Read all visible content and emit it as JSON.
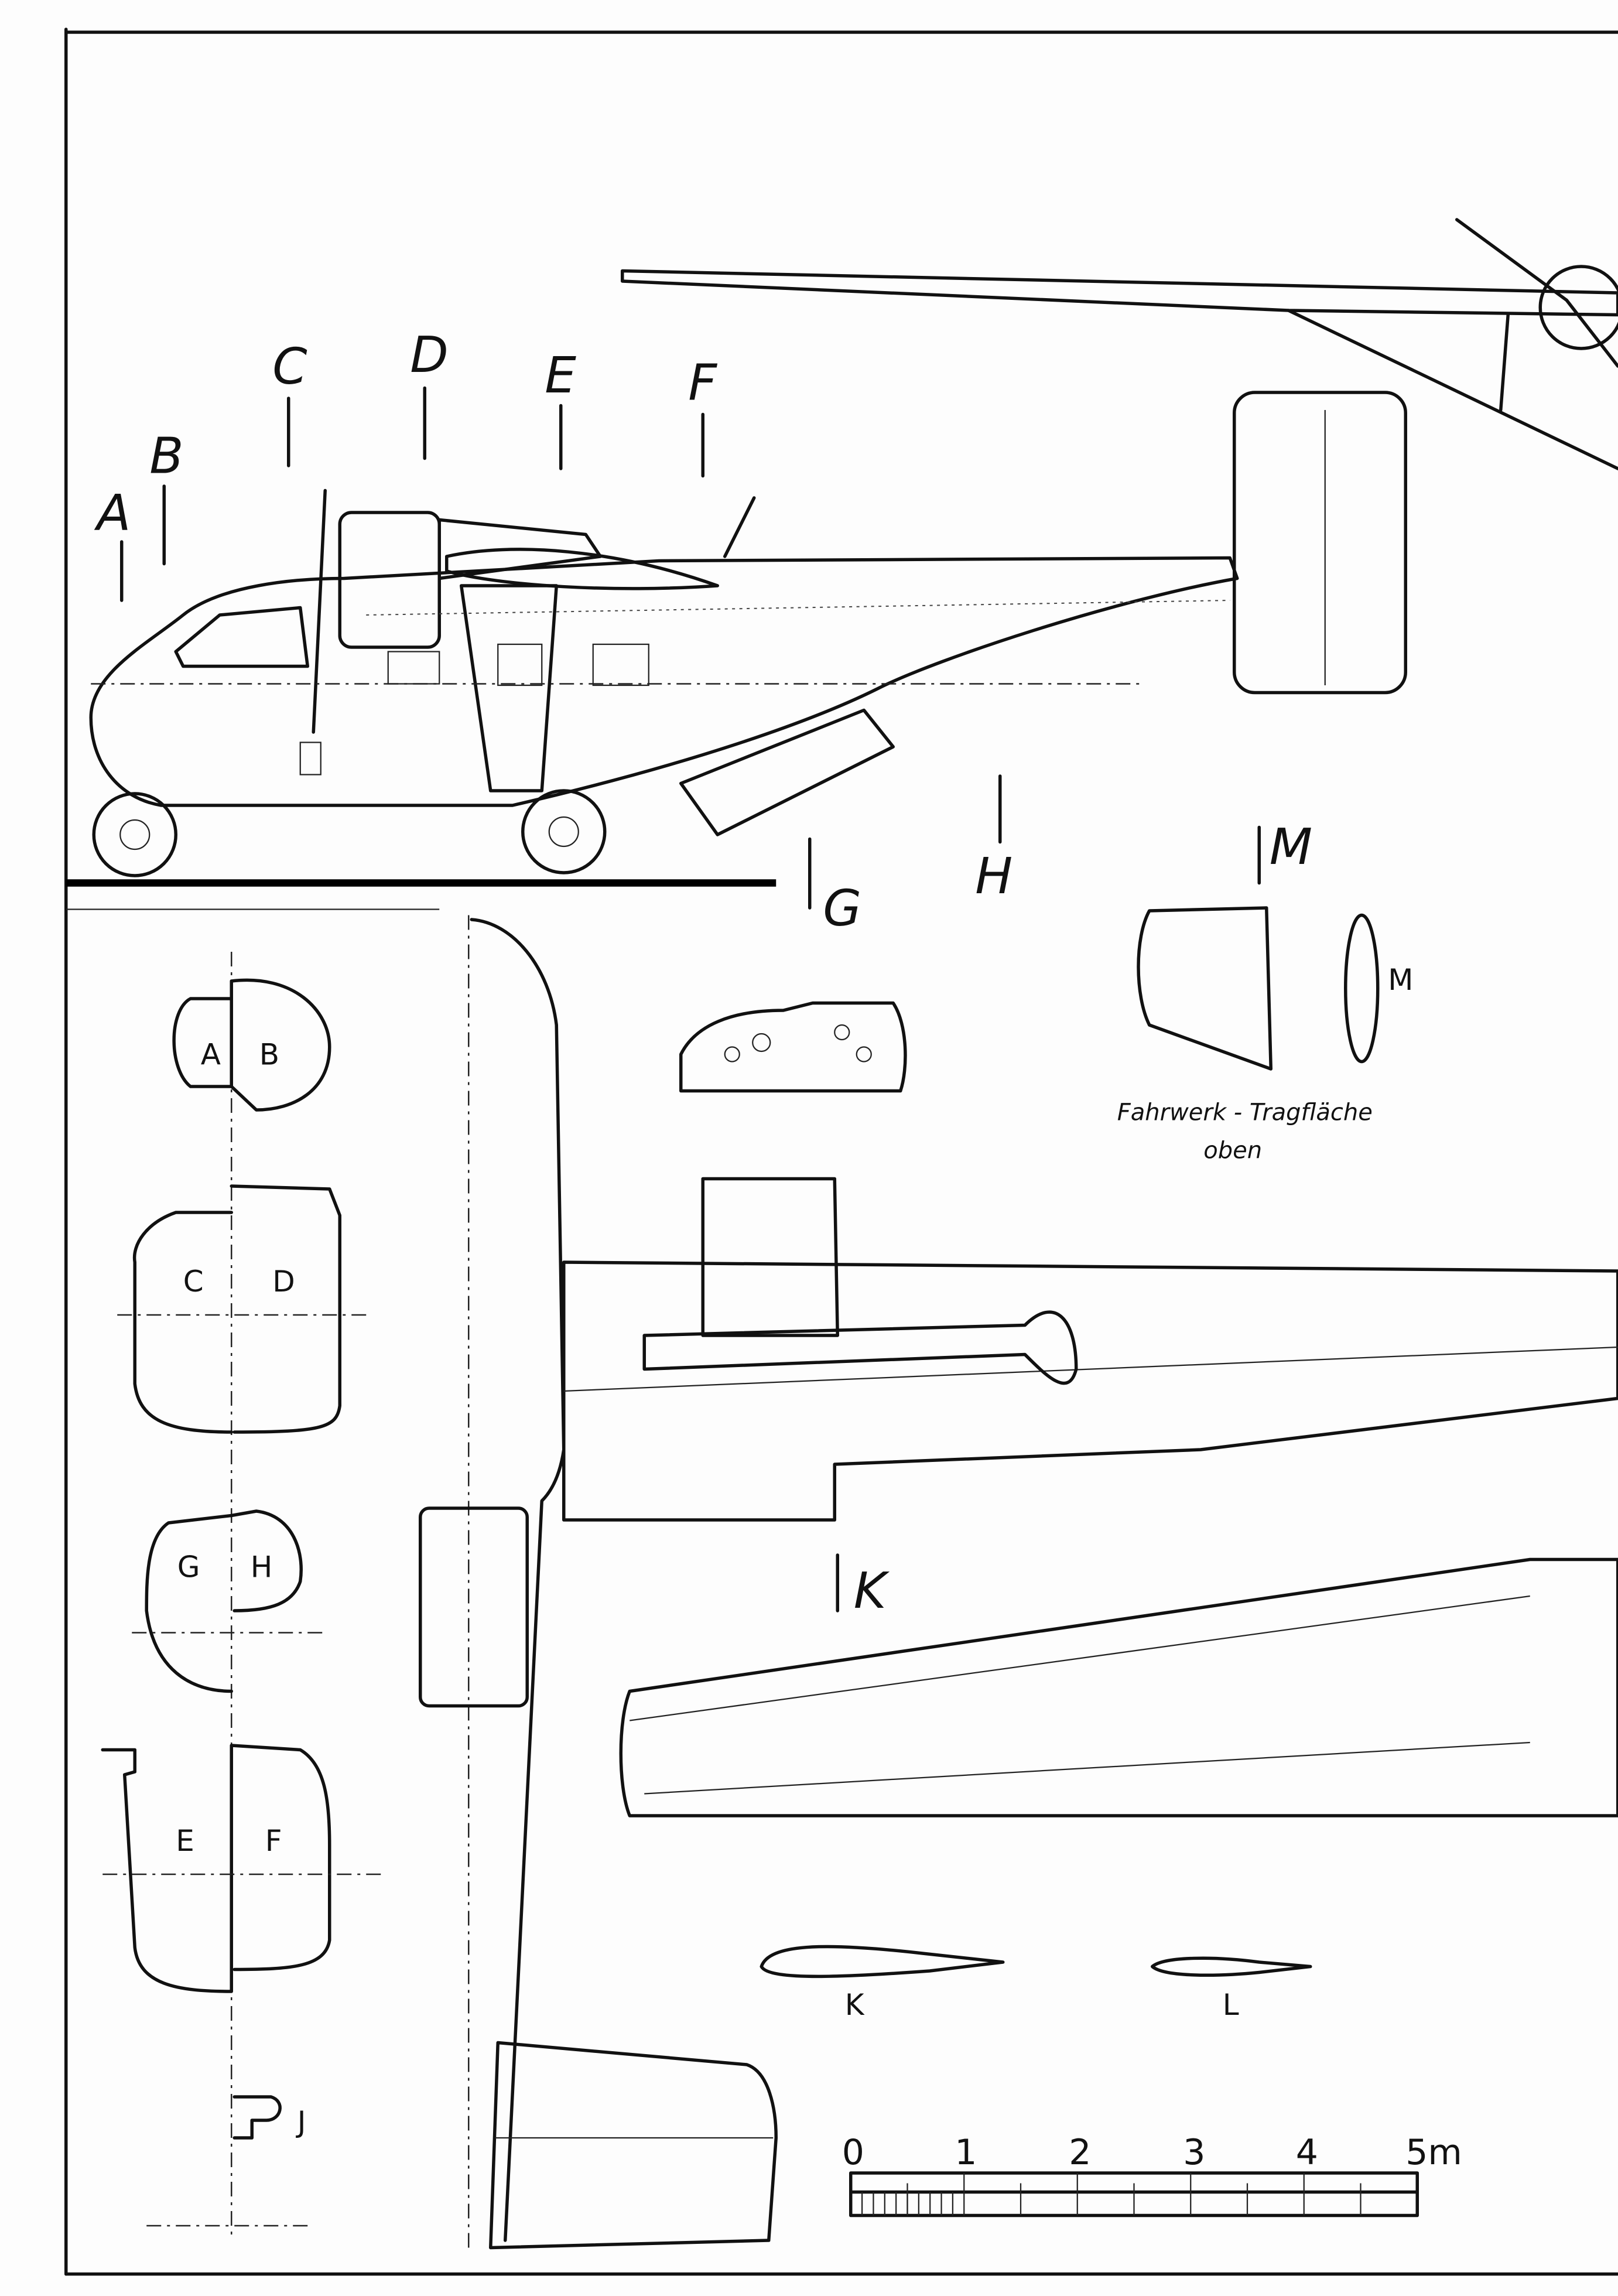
{
  "section_markers": {
    "a": "A",
    "b": "B",
    "c": "C",
    "d": "D",
    "e": "E",
    "f": "F",
    "g": "G",
    "h": "H",
    "m": "M",
    "k": "K"
  },
  "cross_sections": {
    "a": "A",
    "b": "B",
    "c": "C",
    "d": "D",
    "g": "G",
    "h": "H",
    "e": "E",
    "f": "F",
    "j": "J"
  },
  "airfoils": {
    "m": "M",
    "k": "K",
    "l": "L"
  },
  "caption": {
    "line1": "Fahrwerk - Tragfläche",
    "line2": "oben"
  },
  "scale_bar": {
    "ticks": [
      "0",
      "1",
      "2",
      "3",
      "4",
      "5m"
    ]
  }
}
